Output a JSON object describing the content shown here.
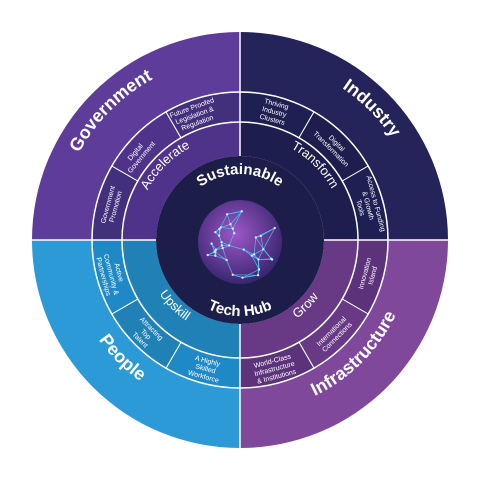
{
  "hub": {
    "title_top": "Sustainable",
    "title_bottom": "Tech Hub",
    "globe_icon": "network-globe-icon"
  },
  "quadrants": [
    {
      "key": "government",
      "title": "Government",
      "pillar": "Accelerate",
      "colors": {
        "outer": "#5e3c99",
        "middle": "#4f338a",
        "inner": "#43307c"
      },
      "cells": [
        "Future Proofed\nLegislation &\nRegulation",
        "Digital\nGovernment",
        "Government\nPromotion"
      ]
    },
    {
      "key": "industry",
      "title": "Industry",
      "pillar": "Transform",
      "colors": {
        "outer": "#24245a",
        "middle": "#1d1d4e",
        "inner": "#1e1f52"
      },
      "cells": [
        "Thriving\nIndustry\nClusters",
        "Digital\nTransformation",
        "Access to Funding\n& Growth\nTools"
      ]
    },
    {
      "key": "infrastructure",
      "title": "Infrastructure",
      "pillar": "Grow",
      "colors": {
        "outer": "#80489b",
        "middle": "#683a85",
        "inner": "#5c327a"
      },
      "cells": [
        "Innovation\nIsland",
        "International\nConnections",
        "World-Class\nInfrastructure\n& Institutions"
      ]
    },
    {
      "key": "people",
      "title": "People",
      "pillar": "Upskill",
      "colors": {
        "outer": "#2b9ad6",
        "middle": "#2081b6",
        "inner": "#1f89c8"
      },
      "cells": [
        "A Highly\nSkilled\nWorkforce",
        "Attracting\nTop\nTalent",
        "Active\nCommunity &\nPartnerships"
      ]
    }
  ],
  "colors": {
    "hub": "#1d1d4a",
    "divider": "#ffffff",
    "text": "#ffffff",
    "network_lines": "#4ec9f2",
    "network_fill_a": "#6b3fa0",
    "network_fill_b": "#9d57c9"
  }
}
